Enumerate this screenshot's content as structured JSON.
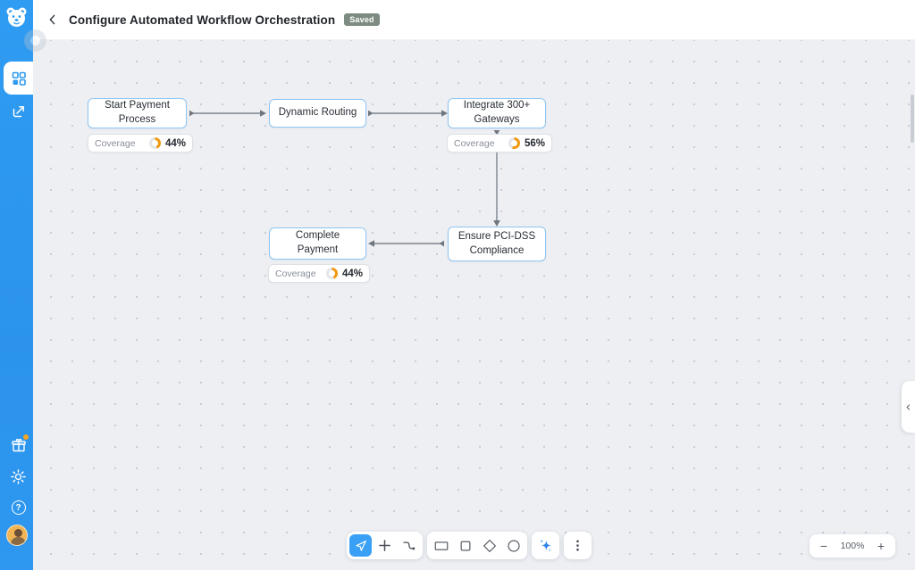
{
  "header": {
    "title": "Configure Automated Workflow Orchestration",
    "saved_badge": "Saved"
  },
  "sidebar": {
    "items": [
      {
        "name": "app-logo",
        "icon": "tiger-logo-icon"
      },
      {
        "name": "workflows",
        "icon": "dashboard-grid-icon",
        "active": true
      },
      {
        "name": "analytics",
        "icon": "trend-export-icon"
      },
      {
        "name": "rewards",
        "icon": "gift-icon",
        "notification": true
      },
      {
        "name": "settings",
        "icon": "gear-icon"
      },
      {
        "name": "help",
        "icon": "help-icon"
      },
      {
        "name": "account",
        "icon": "user-avatar"
      }
    ]
  },
  "canvas": {
    "nodes": [
      {
        "label": "Start Payment Process"
      },
      {
        "label": "Dynamic Routing"
      },
      {
        "label": "Integrate 300+ Gateways"
      },
      {
        "label": "Ensure PCI-DSS Compliance"
      },
      {
        "label": "Complete Payment"
      }
    ],
    "edges": [
      {
        "from": "Start Payment Process",
        "to": "Dynamic Routing",
        "direction": "right"
      },
      {
        "from": "Dynamic Routing",
        "to": "Integrate 300+ Gateways",
        "direction": "right"
      },
      {
        "from": "Integrate 300+ Gateways",
        "to": "Ensure PCI-DSS Compliance",
        "direction": "down"
      },
      {
        "from": "Ensure PCI-DSS Compliance",
        "to": "Complete Payment",
        "direction": "left"
      }
    ],
    "coverage_badges": [
      {
        "label": "Coverage",
        "value": "44%",
        "percent": 44,
        "attached_to": "Start Payment Process"
      },
      {
        "label": "Coverage",
        "value": "56%",
        "percent": 56,
        "attached_to": "Integrate 300+ Gateways"
      },
      {
        "label": "Coverage",
        "value": "44%",
        "percent": 44,
        "attached_to": "Complete Payment"
      }
    ]
  },
  "toolbar": {
    "tools": [
      {
        "icon": "select-cursor-icon",
        "selected": true
      },
      {
        "icon": "add-plus-icon"
      },
      {
        "icon": "connector-icon"
      },
      {
        "icon": "rectangle-shape-icon"
      },
      {
        "icon": "square-shape-icon"
      },
      {
        "icon": "diamond-shape-icon"
      },
      {
        "icon": "circle-shape-icon"
      },
      {
        "icon": "ai-sparkle-icon"
      },
      {
        "icon": "more-options-icon"
      }
    ]
  },
  "zoom_control": {
    "zoom_out": "−",
    "level": "100%",
    "zoom_in": "+"
  },
  "colors": {
    "sidebar_blue": "#2E9BF1",
    "accent_blue": "#3AA0F5",
    "node_border_blue": "#8FC6F2",
    "coverage_orange": "#F0980E",
    "saved_badge_green": "#7D8B80",
    "edge_gray": "#7E848E",
    "canvas_bg": "#EDEFF3"
  }
}
